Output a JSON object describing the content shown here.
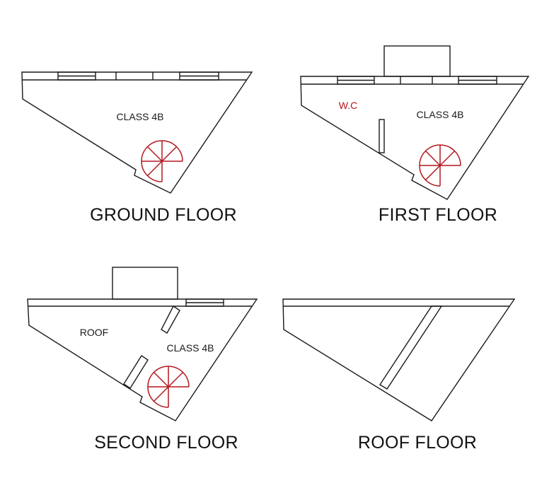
{
  "colors": {
    "wall": "#1a1a1a",
    "stair": "#b3171d",
    "accent_label": "#b3171d",
    "background": "#ffffff"
  },
  "plans": [
    {
      "id": "ground",
      "title": "GROUND FLOOR",
      "labels": [
        {
          "text": "CLASS 4B",
          "accent": false
        }
      ]
    },
    {
      "id": "first",
      "title": "FIRST FLOOR",
      "labels": [
        {
          "text": "W.C",
          "accent": true
        },
        {
          "text": "CLASS 4B",
          "accent": false
        }
      ]
    },
    {
      "id": "second",
      "title": "SECOND FLOOR",
      "labels": [
        {
          "text": "ROOF",
          "accent": false
        },
        {
          "text": "CLASS 4B",
          "accent": false
        }
      ]
    },
    {
      "id": "roof",
      "title": "ROOF FLOOR",
      "labels": []
    }
  ]
}
